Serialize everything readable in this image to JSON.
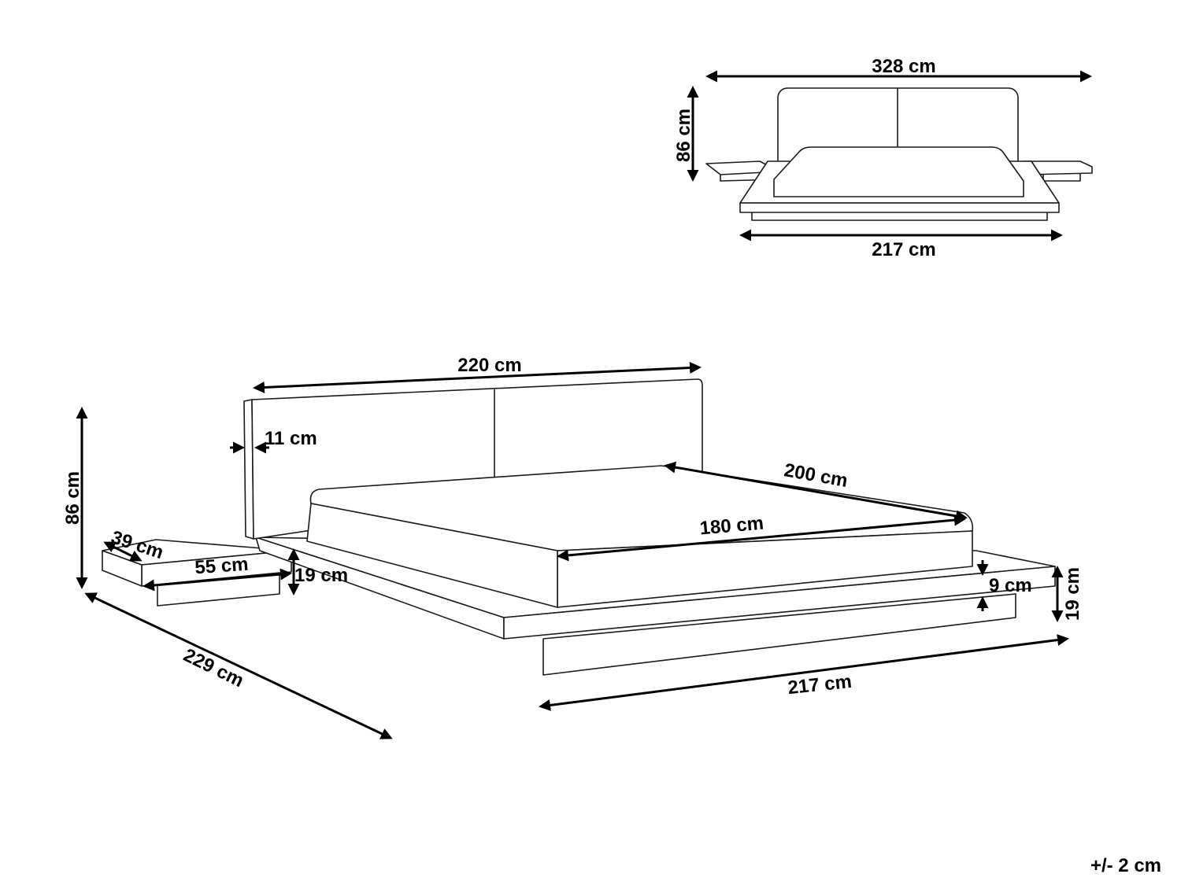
{
  "front_view": {
    "total_width": "328 cm",
    "height": "86 cm",
    "base_width": "217 cm"
  },
  "perspective_view": {
    "headboard_width": "220 cm",
    "headboard_thickness": "11 cm",
    "total_height": "86 cm",
    "mattress_length": "200 cm",
    "mattress_width": "180 cm",
    "nightstand_depth": "39 cm",
    "nightstand_width": "55 cm",
    "nightstand_height": "19 cm",
    "platform_step": "9 cm",
    "base_height": "19 cm",
    "total_length": "229 cm",
    "base_width": "217 cm"
  },
  "tolerance": "+/- 2 cm",
  "colors": {
    "line": "#000000",
    "background": "#ffffff"
  }
}
